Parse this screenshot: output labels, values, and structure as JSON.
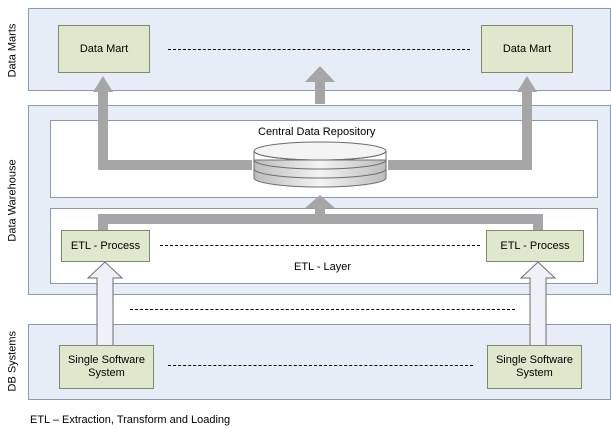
{
  "layers": {
    "data_marts": {
      "label": "Data Marts"
    },
    "data_warehouse": {
      "label": "Data Warehouse"
    },
    "db_systems": {
      "label": "DB Systems"
    }
  },
  "nodes": {
    "data_mart_left": "Data Mart",
    "data_mart_right": "Data Mart",
    "etl_left": "ETL - Process",
    "etl_right": "ETL - Process",
    "source_left": "Single Software\nSystem",
    "source_right": "Single Software\nSystem"
  },
  "labels": {
    "repository": "Central Data Repository",
    "etl_layer": "ETL - Layer"
  },
  "footnote": "ETL – Extraction, Transform and Loading",
  "colors": {
    "band_fill": "#e7edf7",
    "node_fill": "#dfe8cd",
    "flow_arrow": "#a6a6a6",
    "input_arrow": "#eef1f8"
  }
}
